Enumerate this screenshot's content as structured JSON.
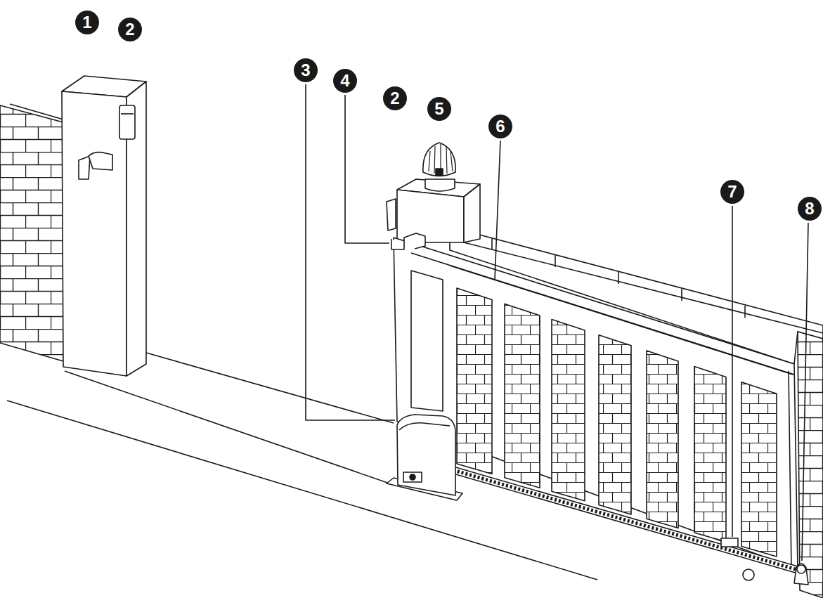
{
  "diagram": {
    "labels": [
      "1",
      "2",
      "3",
      "4",
      "2",
      "5",
      "6",
      "7",
      "8"
    ]
  }
}
